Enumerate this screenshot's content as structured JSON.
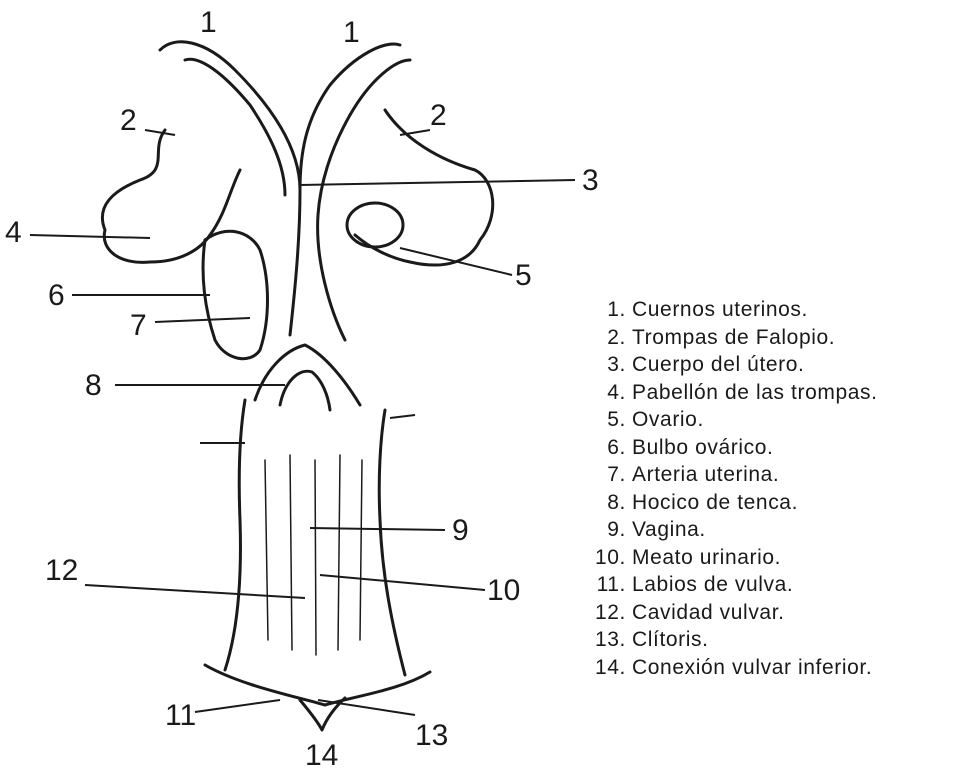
{
  "diagram": {
    "callouts": [
      "1",
      "1",
      "2",
      "2",
      "3",
      "4",
      "5",
      "6",
      "7",
      "8",
      "9",
      "10",
      "11",
      "12",
      "13",
      "14"
    ],
    "legend": [
      {
        "num": "1.",
        "text": "Cuernos uterinos."
      },
      {
        "num": "2.",
        "text": "Trompas de Falopio."
      },
      {
        "num": "3.",
        "text": "Cuerpo del útero."
      },
      {
        "num": "4.",
        "text": "Pabellón de las trompas."
      },
      {
        "num": "5.",
        "text": "Ovario."
      },
      {
        "num": "6.",
        "text": "Bulbo ovárico."
      },
      {
        "num": "7.",
        "text": "Arteria uterina."
      },
      {
        "num": "8.",
        "text": "Hocico de tenca."
      },
      {
        "num": "9.",
        "text": "Vagina."
      },
      {
        "num": "10.",
        "text": "Meato urinario."
      },
      {
        "num": "11.",
        "text": "Labios de vulva."
      },
      {
        "num": "12.",
        "text": "Cavidad vulvar."
      },
      {
        "num": "13.",
        "text": "Clítoris."
      },
      {
        "num": "14.",
        "text": "Conexión vulvar inferior."
      }
    ]
  },
  "colors": {
    "ink": "#1a1a1a",
    "paper": "#ffffff"
  }
}
